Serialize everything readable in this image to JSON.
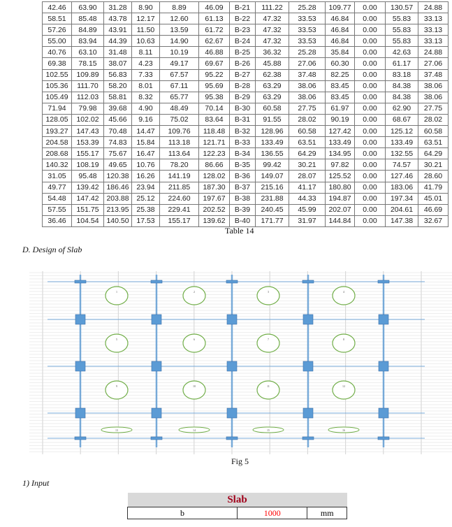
{
  "table": {
    "caption": "Table 14",
    "rows": [
      [
        "42.46",
        "63.90",
        "31.28",
        "8.90",
        "8.89",
        "46.09",
        "B-21",
        "111.22",
        "25.28",
        "109.77",
        "0.00",
        "130.57",
        "24.88"
      ],
      [
        "58.51",
        "85.48",
        "43.78",
        "12.17",
        "12.60",
        "61.13",
        "B-22",
        "47.32",
        "33.53",
        "46.84",
        "0.00",
        "55.83",
        "33.13"
      ],
      [
        "57.26",
        "84.89",
        "43.91",
        "11.50",
        "13.59",
        "61.72",
        "B-23",
        "47.32",
        "33.53",
        "46.84",
        "0.00",
        "55.83",
        "33.13"
      ],
      [
        "55.00",
        "83.94",
        "44.39",
        "10.63",
        "14.90",
        "62.67",
        "B-24",
        "47.32",
        "33.53",
        "46.84",
        "0.00",
        "55.83",
        "33.13"
      ],
      [
        "40.76",
        "63.10",
        "31.48",
        "8.11",
        "10.19",
        "46.88",
        "B-25",
        "36.32",
        "25.28",
        "35.84",
        "0.00",
        "42.63",
        "24.88"
      ],
      [
        "69.38",
        "78.15",
        "38.07",
        "4.23",
        "49.17",
        "69.67",
        "B-26",
        "45.88",
        "27.06",
        "60.30",
        "0.00",
        "61.17",
        "27.06"
      ],
      [
        "102.55",
        "109.89",
        "56.83",
        "7.33",
        "67.57",
        "95.22",
        "B-27",
        "62.38",
        "37.48",
        "82.25",
        "0.00",
        "83.18",
        "37.48"
      ],
      [
        "105.36",
        "111.70",
        "58.20",
        "8.01",
        "67.11",
        "95.69",
        "B-28",
        "63.29",
        "38.06",
        "83.45",
        "0.00",
        "84.38",
        "38.06"
      ],
      [
        "105.49",
        "112.03",
        "58.81",
        "8.32",
        "65.77",
        "95.38",
        "B-29",
        "63.29",
        "38.06",
        "83.45",
        "0.00",
        "84.38",
        "38.06"
      ],
      [
        "71.94",
        "79.98",
        "39.68",
        "4.90",
        "48.49",
        "70.14",
        "B-30",
        "60.58",
        "27.75",
        "61.97",
        "0.00",
        "62.90",
        "27.75"
      ],
      [
        "128.05",
        "102.02",
        "45.66",
        "9.16",
        "75.02",
        "83.64",
        "B-31",
        "91.55",
        "28.02",
        "90.19",
        "0.00",
        "68.67",
        "28.02"
      ],
      [
        "193.27",
        "147.43",
        "70.48",
        "14.47",
        "109.76",
        "118.48",
        "B-32",
        "128.96",
        "60.58",
        "127.42",
        "0.00",
        "125.12",
        "60.58"
      ],
      [
        "204.58",
        "153.39",
        "74.83",
        "15.84",
        "113.18",
        "121.71",
        "B-33",
        "133.49",
        "63.51",
        "133.49",
        "0.00",
        "133.49",
        "63.51"
      ],
      [
        "208.68",
        "155.17",
        "75.67",
        "16.47",
        "113.64",
        "122.23",
        "B-34",
        "136.55",
        "64.29",
        "134.95",
        "0.00",
        "132.55",
        "64.29"
      ],
      [
        "140.32",
        "108.19",
        "49.65",
        "10.76",
        "78.20",
        "86.66",
        "B-35",
        "99.42",
        "30.21",
        "97.82",
        "0.00",
        "74.57",
        "30.21"
      ],
      [
        "31.05",
        "95.48",
        "120.38",
        "16.26",
        "141.19",
        "128.02",
        "B-36",
        "149.07",
        "28.07",
        "125.52",
        "0.00",
        "127.46",
        "28.60"
      ],
      [
        "49.77",
        "139.42",
        "186.46",
        "23.94",
        "211.85",
        "187.30",
        "B-37",
        "215.16",
        "41.17",
        "180.80",
        "0.00",
        "183.06",
        "41.79"
      ],
      [
        "54.48",
        "147.42",
        "203.88",
        "25.12",
        "224.60",
        "197.67",
        "B-38",
        "231.88",
        "44.33",
        "194.87",
        "0.00",
        "197.34",
        "45.01"
      ],
      [
        "57.55",
        "151.75",
        "213.95",
        "25.38",
        "229.41",
        "202.52",
        "B-39",
        "240.45",
        "45.99",
        "202.07",
        "0.00",
        "204.61",
        "46.69"
      ],
      [
        "36.46",
        "104.54",
        "140.50",
        "17.53",
        "155.17",
        "139.62",
        "B-40",
        "171.77",
        "31.97",
        "144.84",
        "0.00",
        "147.38",
        "32.67"
      ]
    ]
  },
  "section_heading": "D.   Design of Slab",
  "figure": {
    "caption": "Fig 5",
    "panels": [
      "1",
      "2",
      "3",
      "4",
      "5",
      "6",
      "7",
      "8",
      "9",
      "10",
      "11",
      "12",
      "13",
      "14",
      "15",
      "16"
    ],
    "colors": {
      "beam": "#5b9bd5",
      "column": "#5b9bd5",
      "panel": "#70ad47",
      "grid": "#d9d9d9"
    }
  },
  "subsection_heading": "1)   Input",
  "input_table": {
    "title": "Slab",
    "rows": [
      [
        "b",
        "1000",
        "mm"
      ]
    ]
  }
}
